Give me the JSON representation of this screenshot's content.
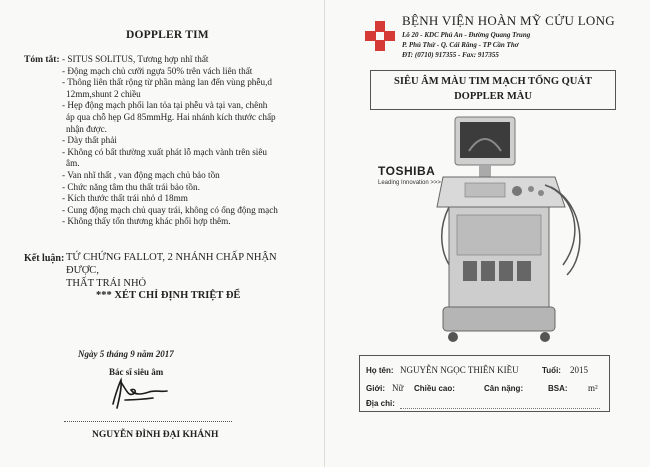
{
  "left": {
    "title": "DOPPLER TIM",
    "summary_label": "Tóm tắt:",
    "summary_items": [
      "- SITUS SOLITUS, Tương hợp nhĩ thất",
      "- Động mạch chủ cưỡi ngựa 50% trên vách liên thất",
      "- Thông liên thất rộng từ phần màng lan đến vùng phễu,d",
      "  12mm,shunt 2 chiều",
      "- Hẹp động mạch phổi lan tỏa tại phễu và tại van, chênh",
      "  áp qua chỗ hẹp Gd 85mmHg. Hai nhánh kích thước chấp",
      "  nhận được.",
      "- Dày thất phải",
      "- Không có bất thường xuất phát lỗ mạch vành trên siêu",
      "  âm.",
      "- Van nhĩ thất , van động mạch chủ bảo tồn",
      "- Chức năng tâm thu thất trái bảo tồn.",
      "- Kích thước thất trái nhỏ d 18mm",
      "- Cung động mạch chủ quay trái, không có ống động mạch",
      "- Không thấy tổn thương khác phối hợp thêm."
    ],
    "conclusion_label": "Kết luận:",
    "conclusion_line1": "TỨ CHỨNG FALLOT, 2 NHÁNH CHẤP NHẬN ĐƯỢC,",
    "conclusion_line2": "THẤT TRÁI NHỎ",
    "indication": "*** XÉT CHỈ ĐỊNH TRIỆT ĐỂ",
    "date": "Ngày 5 tháng 9 năm 2017",
    "signer_title": "Bác sĩ siêu âm",
    "signer_name": "NGUYỄN ĐÌNH ĐẠI KHÁNH"
  },
  "right": {
    "hospital_name": "BỆNH VIỆN HOÀN MỸ CỬU LONG",
    "address1": "Lô 20 - KDC Phú An - Đường Quang Trung",
    "address2": "P. Phú Thứ - Q. Cái Răng - TP Cần Thơ",
    "phone": "ĐT: (0710) 917355 - Fax: 917355",
    "report_title1": "SIÊU ÂM MÀU TIM MẠCH  TỔNG QUÁT",
    "report_title2": "DOPPLER MÀU",
    "brand": "TOSHIBA",
    "tagline": "Leading Innovation",
    "tagline_arrow": ">>>",
    "patient": {
      "name_label": "Họ tên:",
      "name": "NGUYỄN NGỌC THIÊN KIỀU",
      "age_label": "Tuổi:",
      "age": "2015",
      "sex_label": "Giới:",
      "sex": "Nữ",
      "height_label": "Chiều cao:",
      "weight_label": "Cân nặng:",
      "bsa_label": "BSA:",
      "bsa_unit": "m²",
      "address_label": "Địa chỉ:"
    }
  },
  "colors": {
    "cross_red": "#d63a37",
    "ink": "#222222",
    "machine_gray": "#9a9a9a"
  }
}
